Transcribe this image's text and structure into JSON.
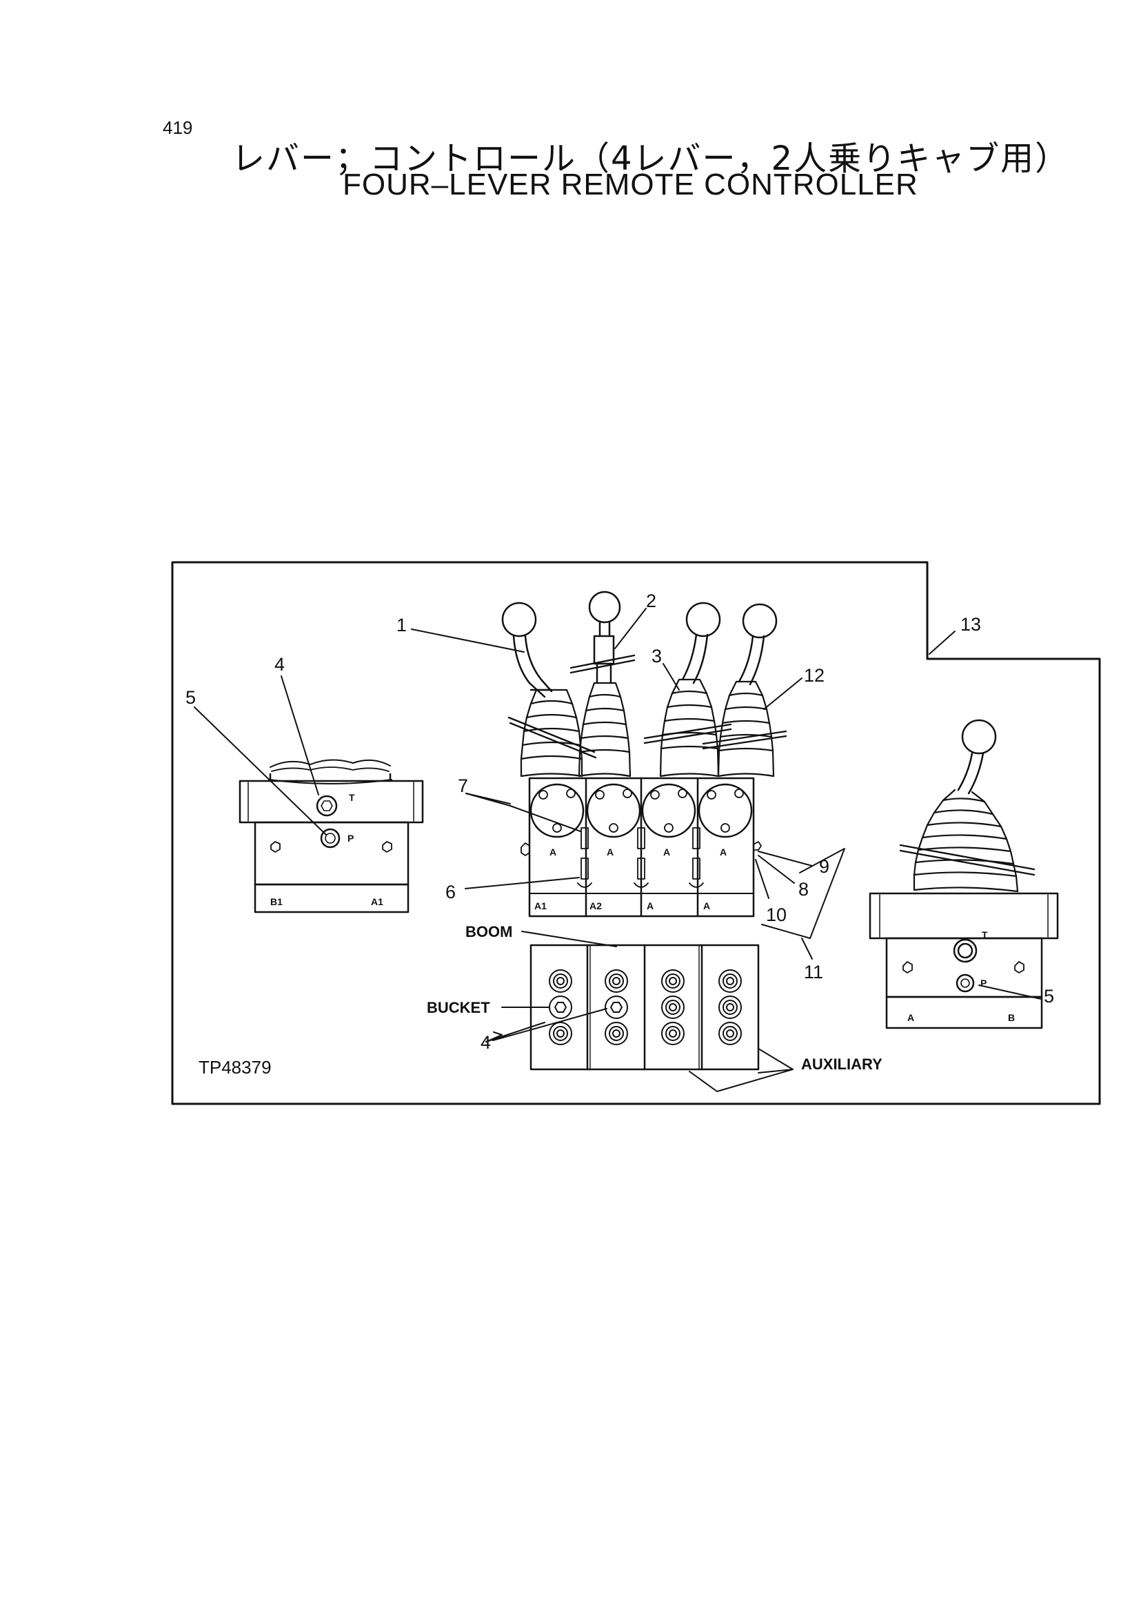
{
  "header": {
    "page_number": "419",
    "title_jp": "レバー；コントロール（4レバー，2人乗りキャブ用）",
    "title_en": "FOUR–LEVER REMOTE CONTROLLER"
  },
  "diagram": {
    "drawing_number": "TP48379",
    "callouts": [
      "1",
      "2",
      "3",
      "4",
      "5",
      "6",
      "7",
      "8",
      "9",
      "10",
      "11",
      "12",
      "13"
    ],
    "labels": {
      "boom": "BOOM",
      "bucket": "BUCKET",
      "auxiliary": "AUXILIARY"
    },
    "port_markings": {
      "t": "T",
      "p": "P",
      "a": "A",
      "b": "B",
      "a1": "A1",
      "b1": "B1",
      "a2": "A2"
    }
  }
}
